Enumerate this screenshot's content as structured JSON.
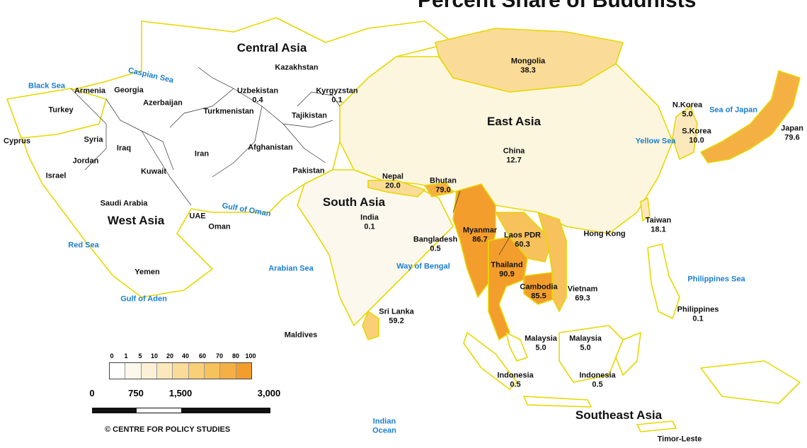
{
  "title": "Percent Share of Buddhists",
  "colors": {
    "border": "#e6d800",
    "sea_label": "#1a7fd0",
    "scale": [
      "#ffffff",
      "#fdf8ec",
      "#fcf1d6",
      "#fbe9bd",
      "#fadc98",
      "#f9cf78",
      "#f7c15c",
      "#f5b043",
      "#f39d2c"
    ]
  },
  "regions": [
    {
      "id": "central-asia",
      "name": "Central Asia"
    },
    {
      "id": "east-asia",
      "name": "East Asia"
    },
    {
      "id": "south-asia",
      "name": "South Asia"
    },
    {
      "id": "west-asia",
      "name": "West Asia"
    },
    {
      "id": "southeast-asia",
      "name": "Southeast Asia"
    }
  ],
  "countries": [
    {
      "id": "kazakhstan",
      "name": "Kazakhstan",
      "value": ""
    },
    {
      "id": "uzbekistan",
      "name": "Uzbekistan",
      "value": "0.4"
    },
    {
      "id": "kyrgyzstan",
      "name": "Kyrgyzstan",
      "value": "0.1"
    },
    {
      "id": "tajikistan",
      "name": "Tajikistan",
      "value": ""
    },
    {
      "id": "turkmenistan",
      "name": "Turkmenistan",
      "value": ""
    },
    {
      "id": "mongolia",
      "name": "Mongolia",
      "value": "38.3"
    },
    {
      "id": "china",
      "name": "China",
      "value": "12.7"
    },
    {
      "id": "nkorea",
      "name": "N.Korea",
      "value": "5.0"
    },
    {
      "id": "skorea",
      "name": "S.Korea",
      "value": "10.0"
    },
    {
      "id": "japan",
      "name": "Japan",
      "value": "79.6"
    },
    {
      "id": "taiwan",
      "name": "Taiwan",
      "value": "18.1"
    },
    {
      "id": "hongkong",
      "name": "Hong Kong",
      "value": ""
    },
    {
      "id": "armenia",
      "name": "Armenia",
      "value": ""
    },
    {
      "id": "georgia",
      "name": "Georgia",
      "value": ""
    },
    {
      "id": "azerbaijan",
      "name": "Azerbaijan",
      "value": ""
    },
    {
      "id": "turkey",
      "name": "Turkey",
      "value": ""
    },
    {
      "id": "cyprus",
      "name": "Cyprus",
      "value": ""
    },
    {
      "id": "syria",
      "name": "Syria",
      "value": ""
    },
    {
      "id": "iraq",
      "name": "Iraq",
      "value": ""
    },
    {
      "id": "iran",
      "name": "Iran",
      "value": ""
    },
    {
      "id": "afghanistan",
      "name": "Afghanistan",
      "value": ""
    },
    {
      "id": "pakistan",
      "name": "Pakistan",
      "value": ""
    },
    {
      "id": "jordan",
      "name": "Jordan",
      "value": ""
    },
    {
      "id": "israel",
      "name": "Israel",
      "value": ""
    },
    {
      "id": "kuwait",
      "name": "Kuwait",
      "value": ""
    },
    {
      "id": "saudi",
      "name": "Saudi Arabia",
      "value": ""
    },
    {
      "id": "uae",
      "name": "UAE",
      "value": ""
    },
    {
      "id": "oman",
      "name": "Oman",
      "value": ""
    },
    {
      "id": "yemen",
      "name": "Yemen",
      "value": ""
    },
    {
      "id": "nepal",
      "name": "Nepal",
      "value": "20.0"
    },
    {
      "id": "bhutan",
      "name": "Bhutan",
      "value": "79.0"
    },
    {
      "id": "india",
      "name": "India",
      "value": "0.1"
    },
    {
      "id": "bangladesh",
      "name": "Bangladesh",
      "value": "0.5"
    },
    {
      "id": "srilanka",
      "name": "Sri Lanka",
      "value": "59.2"
    },
    {
      "id": "maldives",
      "name": "Maldives",
      "value": ""
    },
    {
      "id": "myanmar",
      "name": "Myanmar",
      "value": "86.7"
    },
    {
      "id": "laos",
      "name": "Laos PDR",
      "value": "60.3"
    },
    {
      "id": "thailand",
      "name": "Thailand",
      "value": "90.9"
    },
    {
      "id": "cambodia",
      "name": "Cambodia",
      "value": "85.5"
    },
    {
      "id": "vietnam",
      "name": "Vietnam",
      "value": "69.3"
    },
    {
      "id": "philippines",
      "name": "Philippines",
      "value": "0.1"
    },
    {
      "id": "malaysia-w",
      "name": "Malaysia",
      "value": "5.0"
    },
    {
      "id": "malaysia-e",
      "name": "Malaysia",
      "value": "5.0"
    },
    {
      "id": "indonesia-w",
      "name": "Indonesia",
      "value": "0.5"
    },
    {
      "id": "indonesia-e",
      "name": "Indonesia",
      "value": "0.5"
    },
    {
      "id": "timor",
      "name": "Timor-Leste",
      "value": ""
    }
  ],
  "seas": [
    {
      "id": "black-sea",
      "name": "Black Sea"
    },
    {
      "id": "caspian-sea",
      "name": "Caspian Sea"
    },
    {
      "id": "red-sea",
      "name": "Red Sea"
    },
    {
      "id": "gulf-of-aden",
      "name": "Gulf of Aden"
    },
    {
      "id": "gulf-of-oman",
      "name": "Gulf of Oman"
    },
    {
      "id": "arabian-sea",
      "name": "Arabian Sea"
    },
    {
      "id": "way-of-bengal",
      "name": "Way of Bengal"
    },
    {
      "id": "indian-ocean",
      "name": "Indian\nOcean"
    },
    {
      "id": "yellow-sea",
      "name": "Yellow Sea"
    },
    {
      "id": "sea-of-japan",
      "name": "Sea of Japan"
    },
    {
      "id": "philippines-sea",
      "name": "Philippines Sea"
    }
  ],
  "legend": {
    "ticks": [
      "0",
      "1",
      "5",
      "10",
      "20",
      "40",
      "60",
      "70",
      "80",
      "100"
    ]
  },
  "scale": {
    "labels": [
      "0",
      "750",
      "1,500",
      "3,000"
    ]
  },
  "credit": "© CENTRE FOR POLICY STUDIES"
}
